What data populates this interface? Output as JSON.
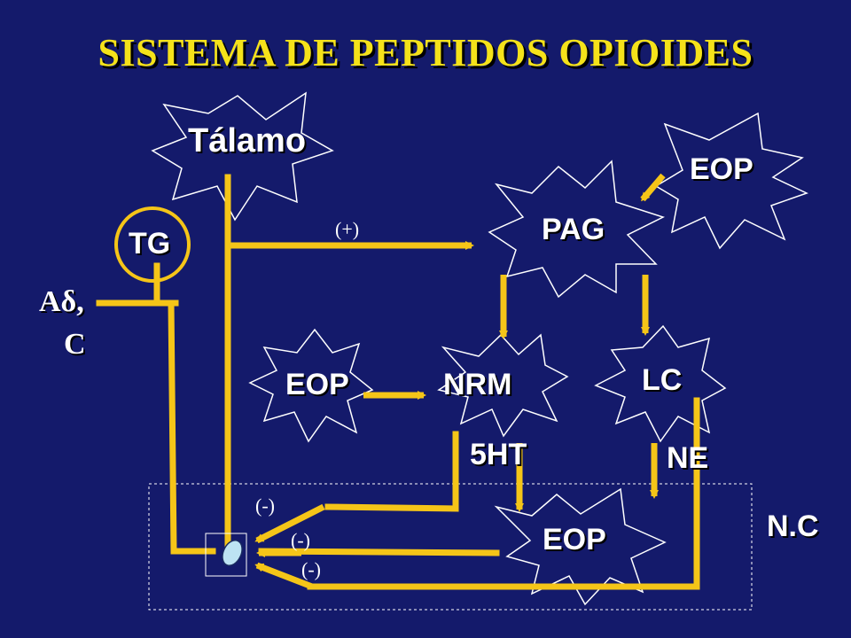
{
  "title": "SISTEMA DE PEPTIDOS OPIOIDES",
  "nodes": {
    "talamo": "Tálamo",
    "tg": "TG",
    "pag": "PAG",
    "eop_top": "EOP",
    "eop_left": "EOP",
    "nrm": "NRM",
    "lc": "LC",
    "eop_bottom": "EOP"
  },
  "fibers": {
    "line1": "Aδ,",
    "line2": "C"
  },
  "neurotransmitters": {
    "serotonin": "5HT",
    "norepinephrine": "NE"
  },
  "signs": {
    "excite": "(+)",
    "inhibit_1": "(-)",
    "inhibit_2": "(-)",
    "inhibit_3": "(-)"
  },
  "region": "N.C",
  "colors": {
    "background": "#141a6b",
    "path": "#f5c518",
    "title": "#f5e21a",
    "text": "#ffffff",
    "receptor": "#bde3f3"
  }
}
